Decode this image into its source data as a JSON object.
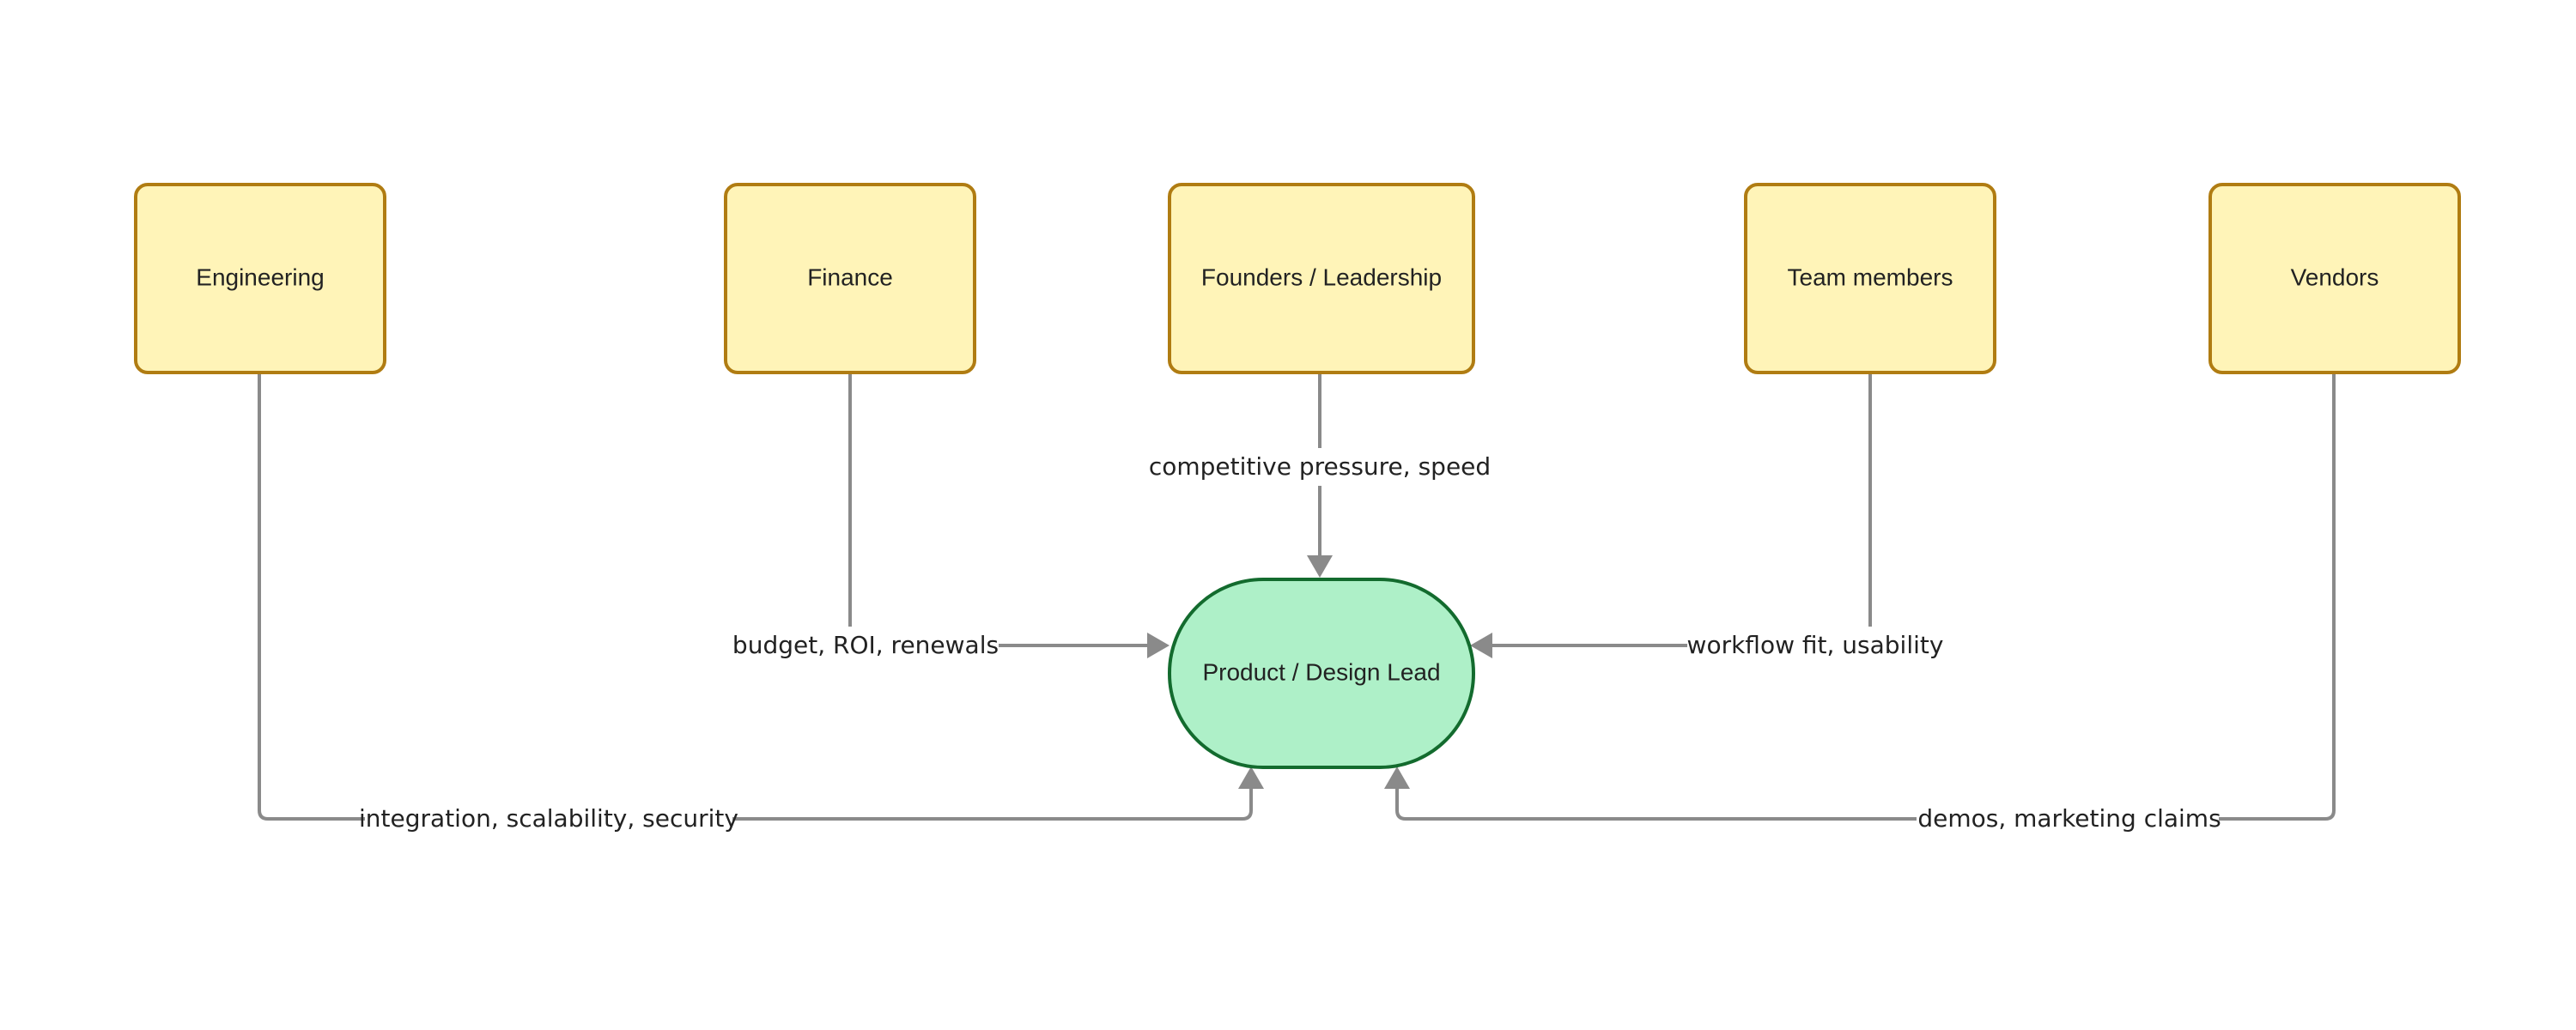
{
  "diagram": {
    "colors": {
      "stakeholder_fill": "#FFF4B8",
      "stakeholder_stroke": "#B07C12",
      "center_fill": "#AEF0C8",
      "center_stroke": "#136B2E",
      "edge": "#8A8A8A"
    },
    "center": {
      "label": "Product / Design Lead"
    },
    "stakeholders": [
      {
        "id": "engineering",
        "label": "Engineering"
      },
      {
        "id": "finance",
        "label": "Finance"
      },
      {
        "id": "founders",
        "label": "Founders / Leadership"
      },
      {
        "id": "team",
        "label": "Team members"
      },
      {
        "id": "vendors",
        "label": "Vendors"
      }
    ],
    "edges": [
      {
        "from": "founders",
        "label": "competitive pressure, speed"
      },
      {
        "from": "finance",
        "label": "budget, ROI, renewals"
      },
      {
        "from": "team",
        "label": "workflow fit, usability"
      },
      {
        "from": "engineering",
        "label": "integration, scalability, security"
      },
      {
        "from": "vendors",
        "label": "demos, marketing claims"
      }
    ]
  }
}
